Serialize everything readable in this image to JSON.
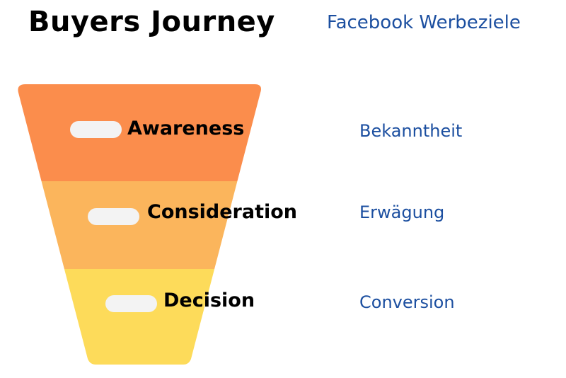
{
  "title": "Buyers Journey",
  "goals_heading": "Facebook Werbeziele",
  "colors": {
    "title": "#000000",
    "goal_text": "#1c4fa0",
    "pill": "#f3f3f3"
  },
  "stages": [
    {
      "label": "Awareness",
      "goal": "Bekanntheit",
      "color": "#fb8d4c"
    },
    {
      "label": "Consideration",
      "goal": "Erwägung",
      "color": "#fbb55c"
    },
    {
      "label": "Decision",
      "goal": "Conversion",
      "color": "#fddb5a"
    }
  ]
}
